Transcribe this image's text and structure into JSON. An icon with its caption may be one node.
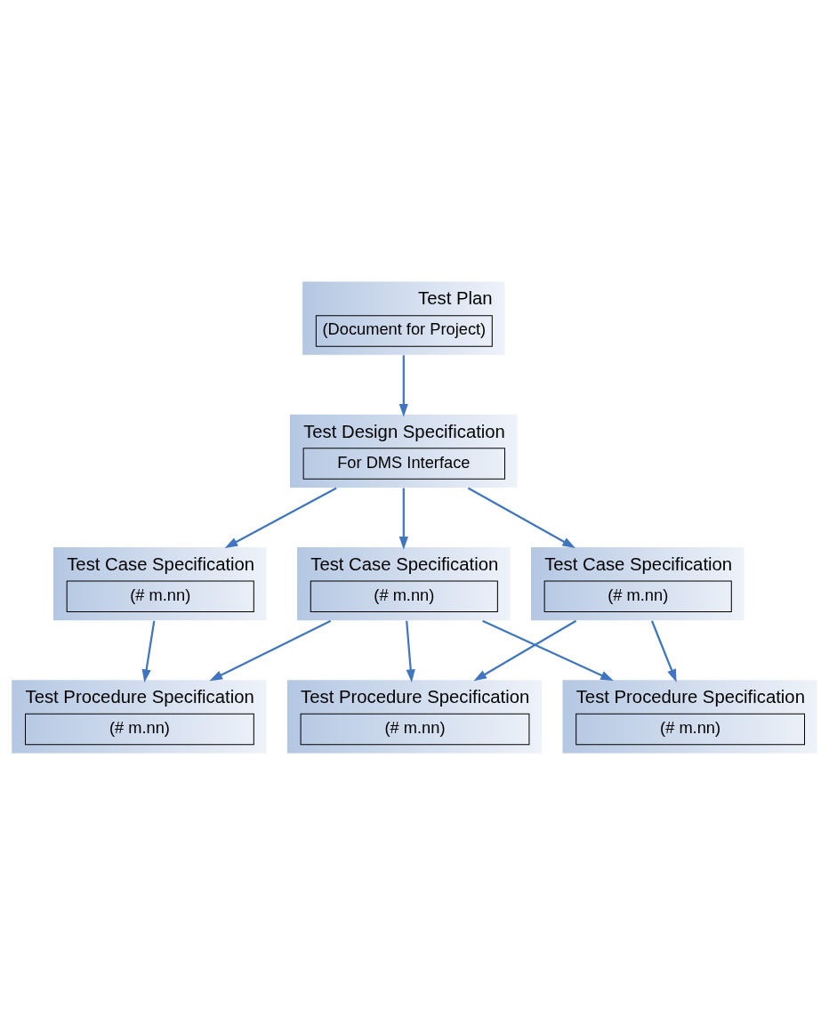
{
  "diagram": {
    "nodes": [
      {
        "text": [
          "Test Plan",
          "(Document for Project)"
        ]
      },
      {
        "text": [
          "Test Design Specification",
          "For DMS Interface"
        ]
      },
      {
        "text": [
          "Test Case Specification",
          "(# m.nn)"
        ]
      },
      {
        "text": [
          "Test Case Specification",
          "(# m.nn)"
        ]
      },
      {
        "text": [
          "Test Case Specification",
          "(# m.nn)"
        ]
      },
      {
        "text": [
          "Test Procedure Specification",
          "(# m.nn)"
        ]
      },
      {
        "text": [
          "Test Procedure Specification",
          "(# m.nn)"
        ]
      },
      {
        "text": [
          "Test Procedure Specification",
          "(# m.nn)"
        ]
      }
    ],
    "edges": [
      {
        "from": 0,
        "to": 1,
        "arrow": "to"
      },
      {
        "from": 1,
        "to": 2,
        "arrow": "to"
      },
      {
        "from": 1,
        "to": 3,
        "arrow": "to"
      },
      {
        "from": 1,
        "to": 4,
        "arrow": "to"
      },
      {
        "from": 2,
        "to": 5,
        "arrow": "to"
      },
      {
        "from": 3,
        "to": 6,
        "arrow": "to"
      },
      {
        "from": 3,
        "to": 7,
        "arrow": "to"
      },
      {
        "from": 4,
        "to": 5,
        "arrow": "to"
      },
      {
        "from": 4,
        "to": 6,
        "arrow": "to"
      },
      {
        "from": 4,
        "to": 7,
        "arrow": "to"
      }
    ]
  }
}
